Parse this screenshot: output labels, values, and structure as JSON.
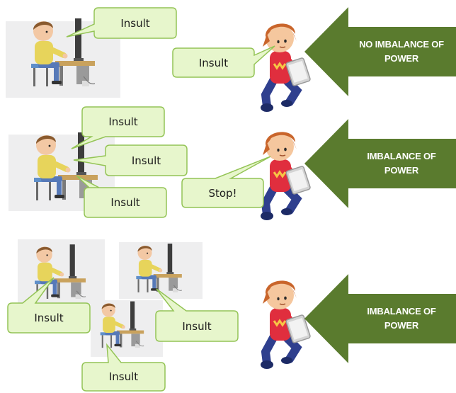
{
  "colors": {
    "bubble_fill": "#e7f6cc",
    "bubble_border": "#94c456",
    "arrow_fill": "#5a7b2e",
    "arrow_text": "#ffffff",
    "scene_background": "#eeeeef"
  },
  "rows": [
    {
      "arrow_line1": "NO IMBALANCE OF",
      "arrow_line2": "POWER",
      "bubbles": [
        "Insult",
        "Insult"
      ]
    },
    {
      "arrow_line1": "IMBALANCE OF",
      "arrow_line2": "POWER",
      "bubbles": [
        "Insult",
        "Insult",
        "Insult",
        "Stop!"
      ]
    },
    {
      "arrow_line1": "IMBALANCE OF",
      "arrow_line2": "POWER",
      "bubbles": [
        "Insult",
        "Insult",
        "Insult"
      ]
    }
  ]
}
